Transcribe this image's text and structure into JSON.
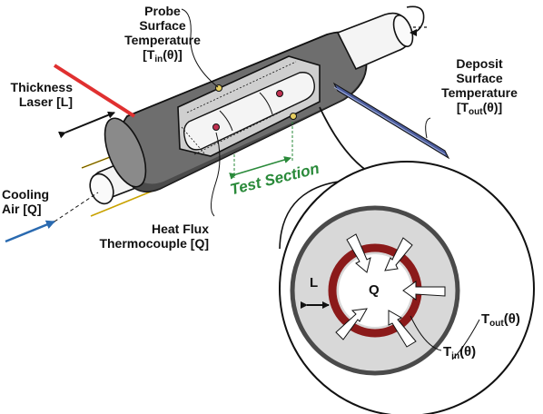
{
  "colors": {
    "insulation": "#6e6e6e",
    "insulation_dark": "#3c3c3c",
    "cutaway": "#cfcfcf",
    "pipe": "#f4f4f4",
    "laser": "#e03030",
    "probe_rod": "#4a5a9a",
    "cooling_arrow": "#2a6ab0",
    "test_section": "#2a8a3a",
    "deposit_ring": "#8b1a1a",
    "cross_section_fill": "#d8d8d8",
    "cross_section_rim": "#4a4a4a"
  },
  "labels": {
    "probe_temp": {
      "line1": "Probe",
      "line2": "Surface",
      "line3": "Temperature",
      "line4_pre": "[T",
      "line4_sub": "in",
      "line4_post": "(θ)]"
    },
    "thickness_laser": {
      "line1": "Thickness",
      "line2": "Laser [L]"
    },
    "deposit_temp": {
      "line1": "Deposit",
      "line2": "Surface",
      "line3": "Temperature",
      "line4_pre": "[T",
      "line4_sub": "out",
      "line4_post": "(θ)]"
    },
    "cooling_air": {
      "line1": "Cooling",
      "line2": "Air [Q]"
    },
    "heat_flux": {
      "line1": "Heat Flux",
      "line2": "Thermocouple [Q]"
    },
    "test_section": "Test Section",
    "cross_section": {
      "L": "L",
      "Q": "Q",
      "tout_pre": "T",
      "tout_sub": "out",
      "tout_post": "(θ)",
      "tin_pre": "T",
      "tin_sub": "in",
      "tin_post": "(θ)"
    }
  }
}
